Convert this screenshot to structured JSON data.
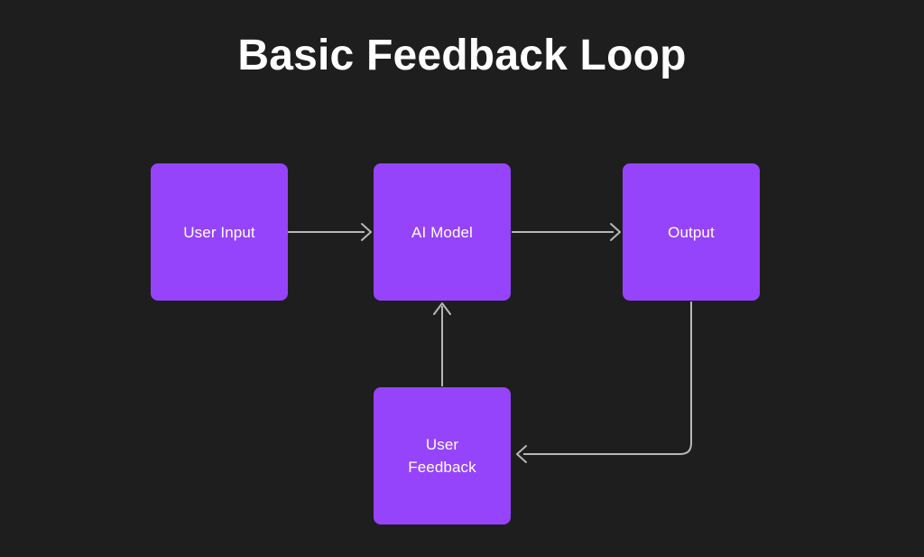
{
  "diagram": {
    "title": "Basic Feedback Loop",
    "background_color": "#1e1e1e",
    "node_color": "#9544fb",
    "node_text_color": "#ffffff",
    "edge_color": "#b8b8b8",
    "nodes": [
      {
        "id": "user-input",
        "label": "User Input"
      },
      {
        "id": "ai-model",
        "label": "AI Model"
      },
      {
        "id": "output",
        "label": "Output"
      },
      {
        "id": "user-feedback",
        "label": "User\nFeedback"
      }
    ],
    "edges": [
      {
        "id": "user-input-to-ai-model",
        "from": "User Input",
        "to": "AI Model",
        "direction": "right"
      },
      {
        "id": "ai-model-to-output",
        "from": "AI Model",
        "to": "Output",
        "direction": "right"
      },
      {
        "id": "output-to-user-feedback",
        "from": "Output",
        "to": "User Feedback",
        "direction": "down-left"
      },
      {
        "id": "user-feedback-to-ai-model",
        "from": "User Feedback",
        "to": "AI Model",
        "direction": "up"
      }
    ]
  }
}
